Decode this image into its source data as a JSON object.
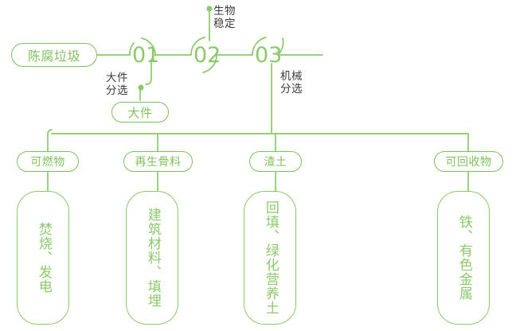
{
  "diagram": {
    "title_color": "#8cc96a",
    "line_color": "#8cc96a",
    "note_color": "#3c3c3c",
    "background": "#ffffff",
    "source": {
      "label": "陈腐垃圾"
    },
    "stages": [
      {
        "number": "01",
        "note": "大件\n分选"
      },
      {
        "number": "02",
        "note": "生物\n稳定"
      },
      {
        "number": "03",
        "note": "机械\n分选"
      }
    ],
    "side_output": {
      "label": "大件"
    },
    "outputs": [
      {
        "category": "可燃物",
        "destination": "焚烧、发电"
      },
      {
        "category": "再生骨料",
        "destination": "建筑材料、填埋"
      },
      {
        "category": "渣土",
        "destination": "回填、绿化营养土"
      },
      {
        "category": "可回收物",
        "destination": "铁、有色金属"
      }
    ]
  }
}
